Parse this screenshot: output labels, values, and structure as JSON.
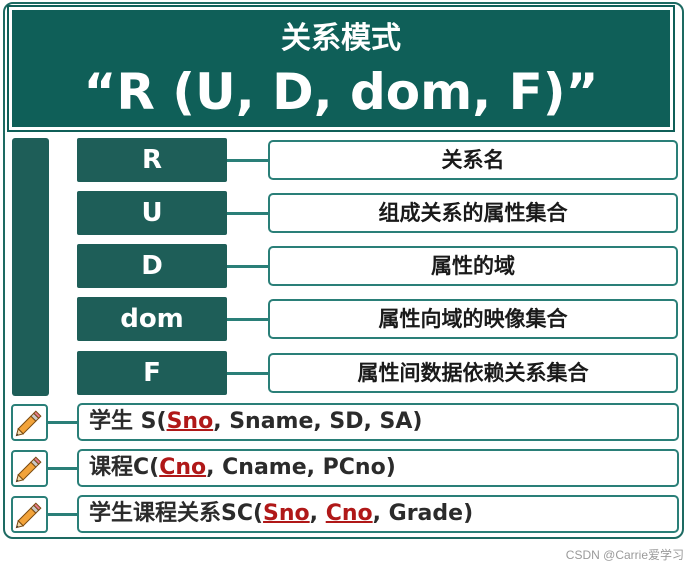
{
  "header": {
    "title": "关系模式",
    "formula": "“R (U, D, dom, F)”"
  },
  "rows": [
    {
      "symbol": "R",
      "meaning": "关系名"
    },
    {
      "symbol": "U",
      "meaning": "组成关系的属性集合"
    },
    {
      "symbol": "D",
      "meaning": "属性的域"
    },
    {
      "symbol": "dom",
      "meaning": "属性向域的映像集合"
    },
    {
      "symbol": "F",
      "meaning": "属性间数据依赖关系集合"
    }
  ],
  "examples": [
    {
      "pre": "学生 S(",
      "k1": "Sno",
      "mid": "",
      "k2": "",
      "post": ", Sname, SD, SA)"
    },
    {
      "pre": "课程C(",
      "k1": "Cno",
      "mid": "",
      "k2": "",
      "post": ", Cname, PCno)"
    },
    {
      "pre": "学生课程关系SC(",
      "k1": "Sno",
      "mid": ", ",
      "k2": "Cno",
      "post": ", Grade)"
    }
  ],
  "icons": {
    "example": "pencil-icon"
  },
  "colors": {
    "primary": "#1e5e58",
    "border": "#2a7f78",
    "key": "#b01818"
  },
  "watermark": "CSDN @Carrie爱学习"
}
